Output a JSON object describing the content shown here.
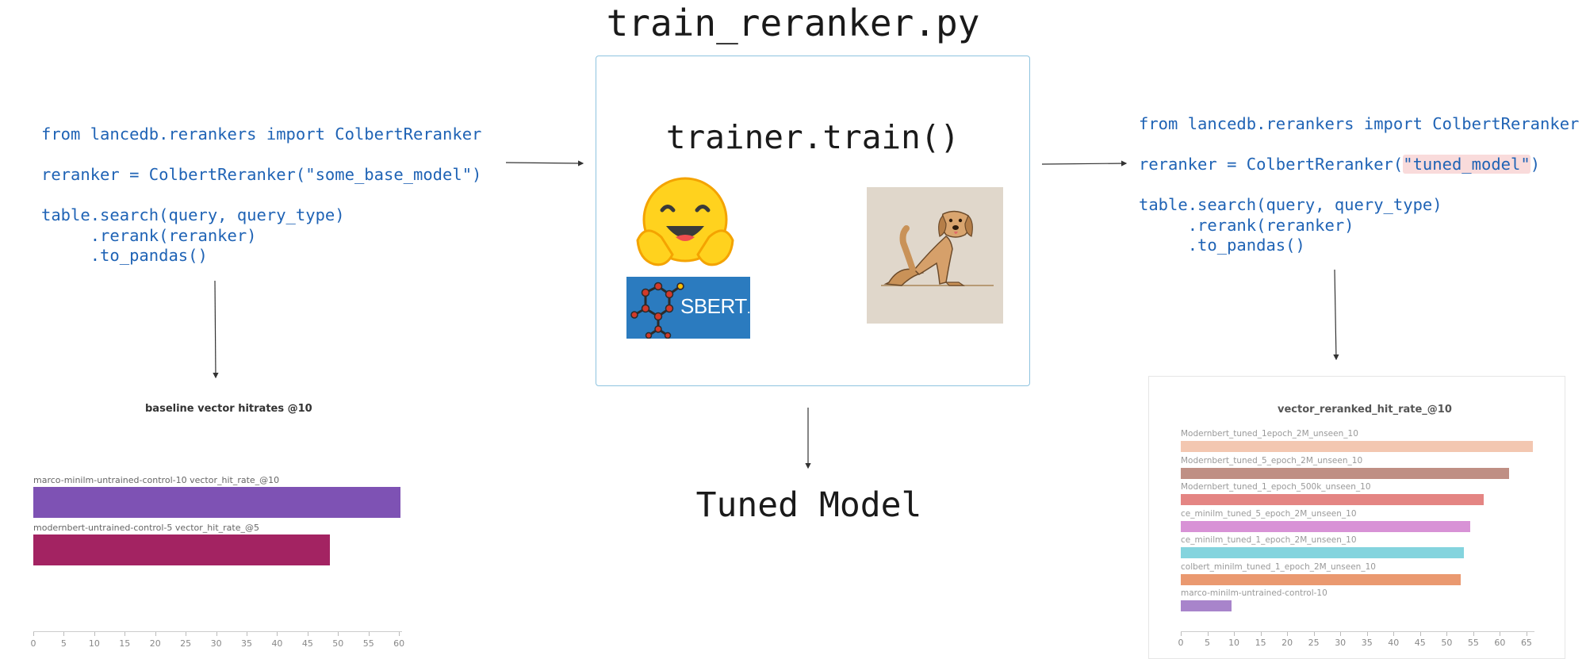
{
  "title": "train_reranker.py",
  "left_code": {
    "line1": "from lancedb.rerankers import ColbertReranker",
    "line2": "reranker = ColbertReranker(\"some_base_model\")",
    "line3": "table.search(query, query_type)",
    "line4": "     .rerank(reranker)",
    "line5": "     .to_pandas()"
  },
  "right_code": {
    "line1": "from lancedb.rerankers import ColbertReranker",
    "line2_prefix": "reranker = ColbertReranker(",
    "line2_highlight": "\"tuned_model\"",
    "line2_suffix": ")",
    "line3": "table.search(query, query_type)",
    "line4": "     .rerank(reranker)",
    "line5": "     .to_pandas()"
  },
  "center": {
    "trainer_call": "trainer.train()",
    "hugging_face_logo": "hugging-face-emoji",
    "sbert_logo_main": "SBERT",
    "sbert_logo_suffix": ".net",
    "dog_image": "golden-retriever-stretching"
  },
  "output_label": "Tuned Model",
  "colors": {
    "code_blue": "#1f63b5",
    "box_border": "#8ec3df",
    "highlight": "#f9dbdb"
  },
  "chart_data": [
    {
      "type": "bar",
      "orientation": "horizontal",
      "title": "baseline vector hitrates @10",
      "categories": [
        "marco-minilm-untrained-control-10 vector_hit_rate_@10",
        "modernbert-untrained-control-5 vector_hit_rate_@5"
      ],
      "values": [
        60.3,
        48.7
      ],
      "colors": [
        "#7e52b4",
        "#a32362"
      ],
      "xlim": [
        0,
        60.5
      ],
      "xticks": [
        0,
        5,
        10,
        15,
        20,
        25,
        30,
        35,
        40,
        45,
        50,
        55,
        60
      ]
    },
    {
      "type": "bar",
      "orientation": "horizontal",
      "title": "vector_reranked_hit_rate_@10",
      "categories": [
        "Modernbert_tuned_1epoch_2M_unseen_10",
        "Modernbert_tuned_5_epoch_2M_unseen_10",
        "Modernbert_tuned_1_epoch_500k_unseen_10",
        "ce_minilm_tuned_5_epoch_2M_unseen_10",
        "ce_minilm_tuned_1_epoch_2M_unseen_10",
        "colbert_minilm_tuned_1_epoch_2M_unseen_10",
        "marco-minilm-untrained-control-10"
      ],
      "values": [
        66.2,
        61.8,
        57.0,
        54.4,
        53.3,
        52.6,
        9.6
      ],
      "colors": [
        "#f3c7b1",
        "#bf8f84",
        "#e48583",
        "#d892d6",
        "#84d4de",
        "#ea9970",
        "#a884cb"
      ],
      "xlim": [
        0,
        66.5
      ],
      "xticks": [
        0,
        5,
        10,
        15,
        20,
        25,
        30,
        35,
        40,
        45,
        50,
        55,
        60,
        65
      ]
    }
  ]
}
